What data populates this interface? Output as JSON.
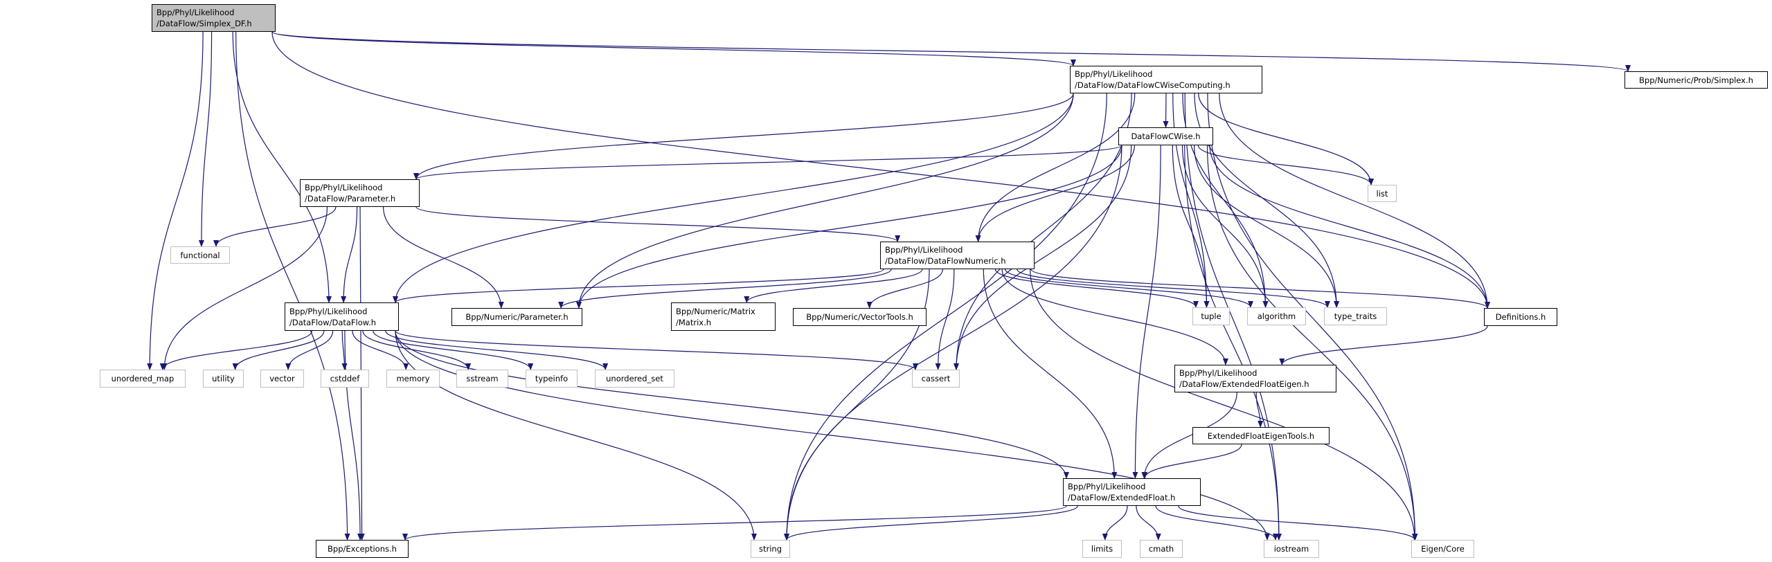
{
  "graph": {
    "edge_color": "#191970",
    "root_fill": "#bfbfbf",
    "external_border": "#bfbfbf",
    "nodes": [
      {
        "id": "simplex_df",
        "lines": [
          "Bpp/Phyl/Likelihood",
          "/DataFlow/Simplex_DF.h"
        ],
        "kind": "root"
      },
      {
        "id": "cwisecomputing",
        "lines": [
          "Bpp/Phyl/Likelihood",
          "/DataFlow/DataFlowCWiseComputing.h"
        ],
        "kind": "project"
      },
      {
        "id": "prob_simplex",
        "lines": [
          "Bpp/Numeric/Prob/Simplex.h"
        ],
        "kind": "project"
      },
      {
        "id": "cwise",
        "lines": [
          "DataFlowCWise.h"
        ],
        "kind": "project"
      },
      {
        "id": "phyl_parameter",
        "lines": [
          "Bpp/Phyl/Likelihood",
          "/DataFlow/Parameter.h"
        ],
        "kind": "project"
      },
      {
        "id": "list",
        "lines": [
          "list"
        ],
        "kind": "external"
      },
      {
        "id": "functional",
        "lines": [
          "functional"
        ],
        "kind": "external"
      },
      {
        "id": "numeric_df",
        "lines": [
          "Bpp/Phyl/Likelihood",
          "/DataFlow/DataFlowNumeric.h"
        ],
        "kind": "project"
      },
      {
        "id": "dataflow",
        "lines": [
          "Bpp/Phyl/Likelihood",
          "/DataFlow/DataFlow.h"
        ],
        "kind": "project"
      },
      {
        "id": "num_parameter",
        "lines": [
          "Bpp/Numeric/Parameter.h"
        ],
        "kind": "project"
      },
      {
        "id": "matrix",
        "lines": [
          "Bpp/Numeric/Matrix",
          "/Matrix.h"
        ],
        "kind": "project"
      },
      {
        "id": "vectortools",
        "lines": [
          "Bpp/Numeric/VectorTools.h"
        ],
        "kind": "project"
      },
      {
        "id": "tuple",
        "lines": [
          "tuple"
        ],
        "kind": "external"
      },
      {
        "id": "algorithm",
        "lines": [
          "algorithm"
        ],
        "kind": "external"
      },
      {
        "id": "type_traits",
        "lines": [
          "type_traits"
        ],
        "kind": "external"
      },
      {
        "id": "definitions",
        "lines": [
          "Definitions.h"
        ],
        "kind": "project"
      },
      {
        "id": "unordered_map",
        "lines": [
          "unordered_map"
        ],
        "kind": "external"
      },
      {
        "id": "utility",
        "lines": [
          "utility"
        ],
        "kind": "external"
      },
      {
        "id": "vector",
        "lines": [
          "vector"
        ],
        "kind": "external"
      },
      {
        "id": "cstddef",
        "lines": [
          "cstddef"
        ],
        "kind": "external"
      },
      {
        "id": "memory",
        "lines": [
          "memory"
        ],
        "kind": "external"
      },
      {
        "id": "sstream",
        "lines": [
          "sstream"
        ],
        "kind": "external"
      },
      {
        "id": "typeinfo",
        "lines": [
          "typeinfo"
        ],
        "kind": "external"
      },
      {
        "id": "unordered_set",
        "lines": [
          "unordered_set"
        ],
        "kind": "external"
      },
      {
        "id": "cassert",
        "lines": [
          "cassert"
        ],
        "kind": "external"
      },
      {
        "id": "efe",
        "lines": [
          "Bpp/Phyl/Likelihood",
          "/DataFlow/ExtendedFloatEigen.h"
        ],
        "kind": "project"
      },
      {
        "id": "efetools",
        "lines": [
          "ExtendedFloatEigenTools.h"
        ],
        "kind": "project"
      },
      {
        "id": "extfloat",
        "lines": [
          "Bpp/Phyl/Likelihood",
          "/DataFlow/ExtendedFloat.h"
        ],
        "kind": "project"
      },
      {
        "id": "exceptions",
        "lines": [
          "Bpp/Exceptions.h"
        ],
        "kind": "project"
      },
      {
        "id": "string",
        "lines": [
          "string"
        ],
        "kind": "external"
      },
      {
        "id": "limits",
        "lines": [
          "limits"
        ],
        "kind": "external"
      },
      {
        "id": "cmath",
        "lines": [
          "cmath"
        ],
        "kind": "external"
      },
      {
        "id": "iostream",
        "lines": [
          "iostream"
        ],
        "kind": "external"
      },
      {
        "id": "eigen_core",
        "lines": [
          "Eigen/Core"
        ],
        "kind": "external"
      }
    ],
    "edges": [
      [
        "simplex_df",
        "cwisecomputing"
      ],
      [
        "simplex_df",
        "prob_simplex"
      ],
      [
        "simplex_df",
        "definitions"
      ],
      [
        "simplex_df",
        "exceptions"
      ],
      [
        "simplex_df",
        "unordered_map"
      ],
      [
        "simplex_df",
        "dataflow"
      ],
      [
        "simplex_df",
        "functional"
      ],
      [
        "cwisecomputing",
        "cwise"
      ],
      [
        "cwisecomputing",
        "phyl_parameter"
      ],
      [
        "cwisecomputing",
        "num_parameter"
      ],
      [
        "cwisecomputing",
        "numeric_df"
      ],
      [
        "cwisecomputing",
        "string"
      ],
      [
        "cwisecomputing",
        "cassert"
      ],
      [
        "cwisecomputing",
        "list"
      ],
      [
        "cwisecomputing",
        "tuple"
      ],
      [
        "cwisecomputing",
        "algorithm"
      ],
      [
        "cwisecomputing",
        "type_traits"
      ],
      [
        "cwisecomputing",
        "definitions"
      ],
      [
        "cwisecomputing",
        "iostream"
      ],
      [
        "cwisecomputing",
        "eigen_core"
      ],
      [
        "cwisecomputing",
        "dataflow"
      ],
      [
        "cwise",
        "phyl_parameter"
      ],
      [
        "cwise",
        "num_parameter"
      ],
      [
        "cwise",
        "numeric_df"
      ],
      [
        "cwise",
        "cassert"
      ],
      [
        "cwise",
        "string"
      ],
      [
        "cwise",
        "tuple"
      ],
      [
        "cwise",
        "algorithm"
      ],
      [
        "cwise",
        "type_traits"
      ],
      [
        "cwise",
        "definitions"
      ],
      [
        "cwise",
        "extfloat"
      ],
      [
        "cwise",
        "iostream"
      ],
      [
        "cwise",
        "eigen_core"
      ],
      [
        "cwise",
        "list"
      ],
      [
        "phyl_parameter",
        "functional"
      ],
      [
        "phyl_parameter",
        "dataflow"
      ],
      [
        "phyl_parameter",
        "num_parameter"
      ],
      [
        "phyl_parameter",
        "numeric_df"
      ],
      [
        "phyl_parameter",
        "unordered_map"
      ],
      [
        "phyl_parameter",
        "exceptions"
      ],
      [
        "numeric_df",
        "dataflow"
      ],
      [
        "numeric_df",
        "num_parameter"
      ],
      [
        "numeric_df",
        "matrix"
      ],
      [
        "numeric_df",
        "vectortools"
      ],
      [
        "numeric_df",
        "cassert"
      ],
      [
        "numeric_df",
        "tuple"
      ],
      [
        "numeric_df",
        "algorithm"
      ],
      [
        "numeric_df",
        "type_traits"
      ],
      [
        "numeric_df",
        "definitions"
      ],
      [
        "numeric_df",
        "efe"
      ],
      [
        "numeric_df",
        "extfloat"
      ],
      [
        "numeric_df",
        "eigen_core"
      ],
      [
        "numeric_df",
        "string"
      ],
      [
        "dataflow",
        "unordered_map"
      ],
      [
        "dataflow",
        "utility"
      ],
      [
        "dataflow",
        "vector"
      ],
      [
        "dataflow",
        "cstddef"
      ],
      [
        "dataflow",
        "memory"
      ],
      [
        "dataflow",
        "sstream"
      ],
      [
        "dataflow",
        "typeinfo"
      ],
      [
        "dataflow",
        "unordered_set"
      ],
      [
        "dataflow",
        "exceptions"
      ],
      [
        "dataflow",
        "string"
      ],
      [
        "dataflow",
        "cassert"
      ],
      [
        "dataflow",
        "iostream"
      ],
      [
        "dataflow",
        "extfloat"
      ],
      [
        "definitions",
        "efe"
      ],
      [
        "efe",
        "efetools"
      ],
      [
        "efe",
        "extfloat"
      ],
      [
        "efetools",
        "extfloat"
      ],
      [
        "extfloat",
        "exceptions"
      ],
      [
        "extfloat",
        "string"
      ],
      [
        "extfloat",
        "limits"
      ],
      [
        "extfloat",
        "cmath"
      ],
      [
        "extfloat",
        "iostream"
      ],
      [
        "extfloat",
        "eigen_core"
      ]
    ]
  }
}
